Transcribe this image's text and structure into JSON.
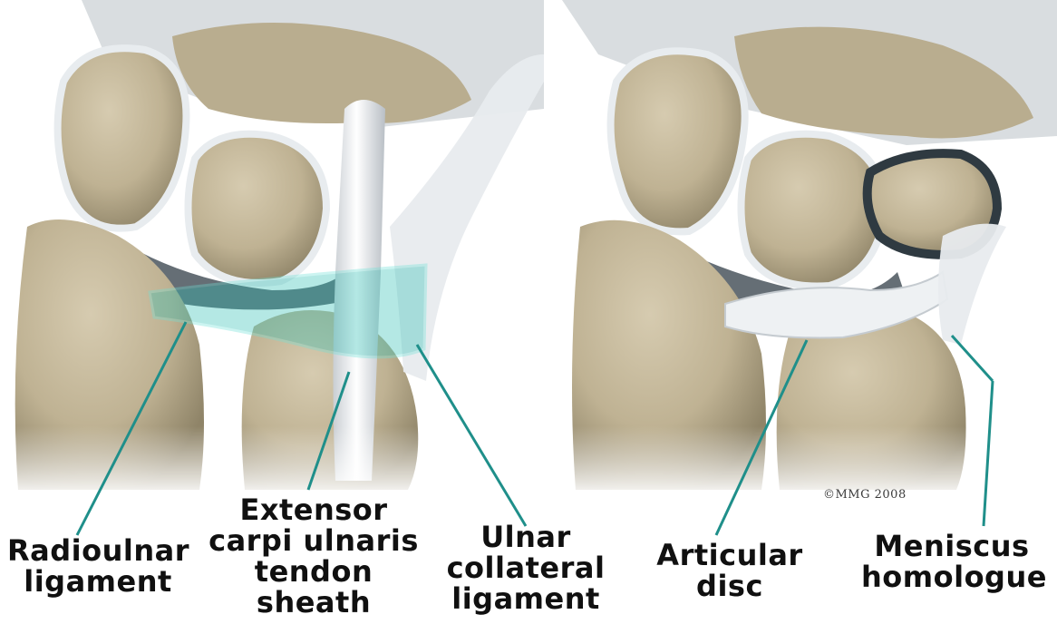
{
  "labels": {
    "radioulnar_ligament": "Radioulnar\nligament",
    "extensor_sheath": "Extensor\ncarpi ulnaris\ntendon\nsheath",
    "ulnar_collateral_ligament": "Ulnar\ncollateral\nligament",
    "articular_disc": "Articular\ndisc",
    "meniscus_homologue": "Meniscus\nhomologue"
  },
  "copyright": "©MMG 2008",
  "colors": {
    "background": "#ffffff",
    "bone": "#c8bb9d",
    "bone_shade": "#8f8468",
    "cartilage": "#eef1f3",
    "highlight": "#2bbfb4",
    "leader": "#1f8f8a",
    "label_text": "#101010"
  }
}
